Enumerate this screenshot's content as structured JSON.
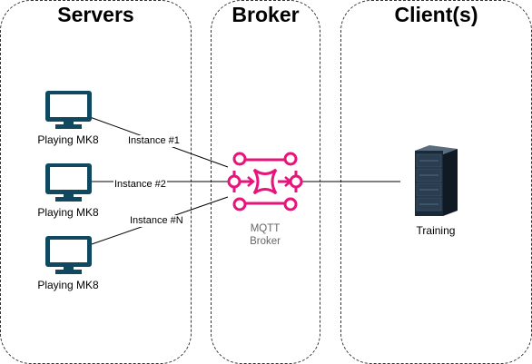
{
  "lanes": {
    "servers": "Servers",
    "broker": "Broker",
    "clients": "Client(s)"
  },
  "servers": [
    {
      "label": "Playing MK8",
      "icon": "monitor-icon"
    },
    {
      "label": "Playing MK8",
      "icon": "monitor-icon"
    },
    {
      "label": "Playing MK8",
      "icon": "monitor-icon"
    }
  ],
  "edges": [
    {
      "label": "Instance #1"
    },
    {
      "label": "Instance #2"
    },
    {
      "label": "Instance #N"
    }
  ],
  "broker": {
    "line1": "MQTT",
    "line2": "Broker",
    "icon": "mqtt-broker-icon",
    "color": "#e7157b"
  },
  "client": {
    "label": "Training",
    "icon": "server-rack-icon"
  },
  "colors": {
    "monitor": "#10495f",
    "rack": "#1b2a38"
  }
}
